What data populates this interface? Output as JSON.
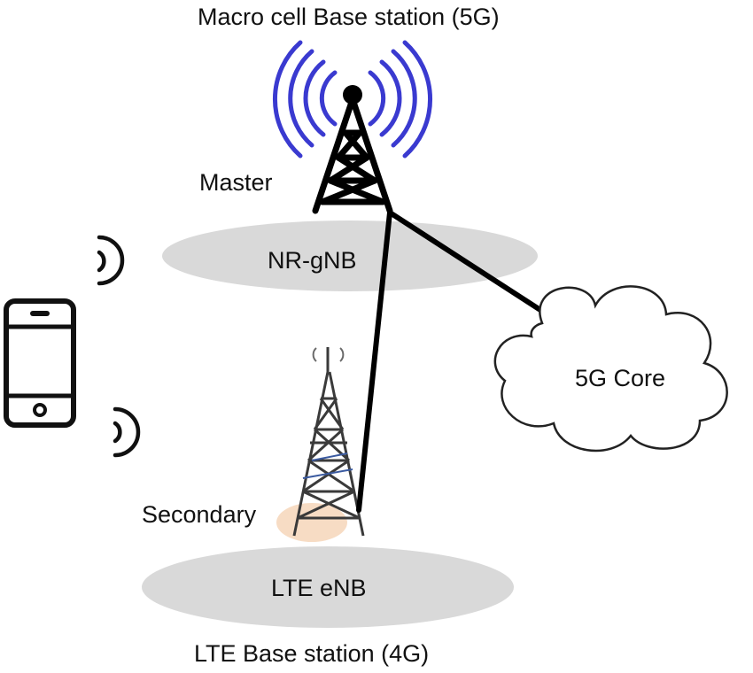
{
  "title_top": "Macro cell Base station (5G)",
  "title_bottom": "LTE Base station (4G)",
  "master_label": "Master",
  "secondary_label": "Secondary",
  "gnb_label": "NR-gNB",
  "enb_label": "LTE eNB",
  "core_label": "5G Core",
  "colors": {
    "ellipse_fill": "#d9d9d9",
    "link": "#000000",
    "signal_waves": "#3a3ad0"
  },
  "icons": [
    "5g-tower-icon",
    "lte-tower-icon",
    "smartphone-icon",
    "signal-wave-icon",
    "cloud-icon"
  ]
}
